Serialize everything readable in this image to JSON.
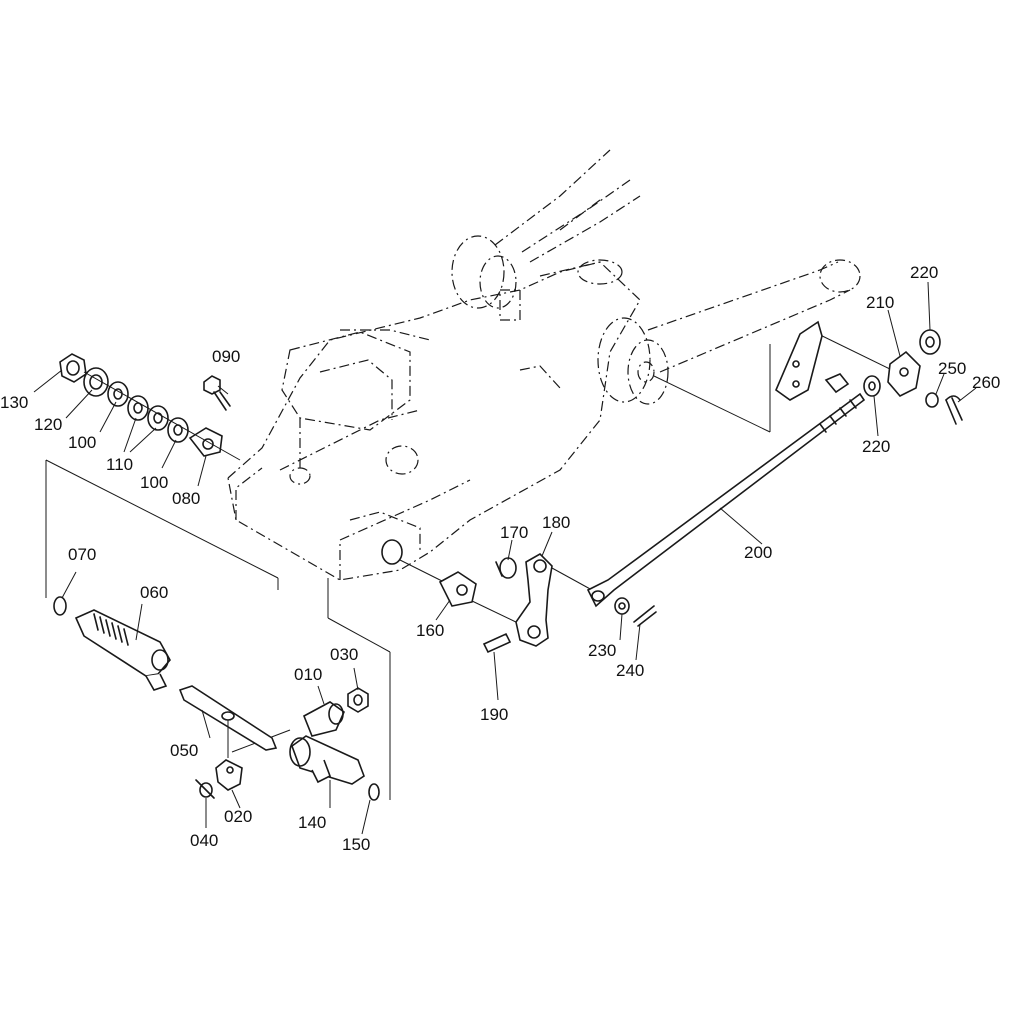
{
  "diagram": {
    "labels": {
      "p010": "010",
      "p020": "020",
      "p030": "030",
      "p040": "040",
      "p050": "050",
      "p060": "060",
      "p070": "070",
      "p080": "080",
      "p090": "090",
      "p100a": "100",
      "p100b": "100",
      "p110": "110",
      "p120": "120",
      "p130": "130",
      "p140": "140",
      "p150": "150",
      "p160": "160",
      "p170": "170",
      "p180": "180",
      "p190": "190",
      "p200": "200",
      "p210": "210",
      "p220a": "220",
      "p220b": "220",
      "p230": "230",
      "p240": "240",
      "p250": "250",
      "p260": "260"
    }
  }
}
